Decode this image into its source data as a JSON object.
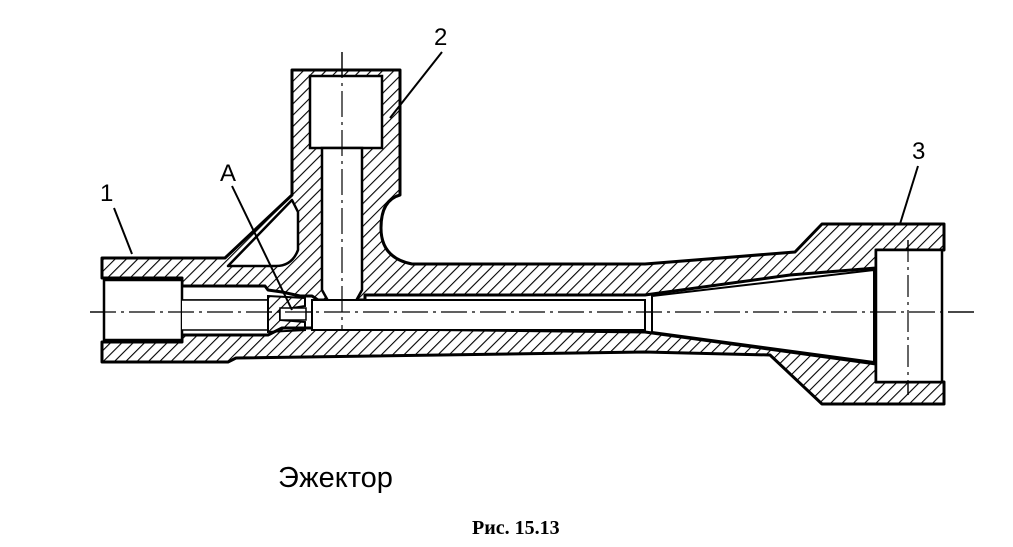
{
  "labels": {
    "inlet": "1",
    "suction": "2",
    "outlet": "3",
    "nozzle": "A"
  },
  "caption": {
    "title": "Эжектор",
    "figure": "Рис. 15.13"
  }
}
